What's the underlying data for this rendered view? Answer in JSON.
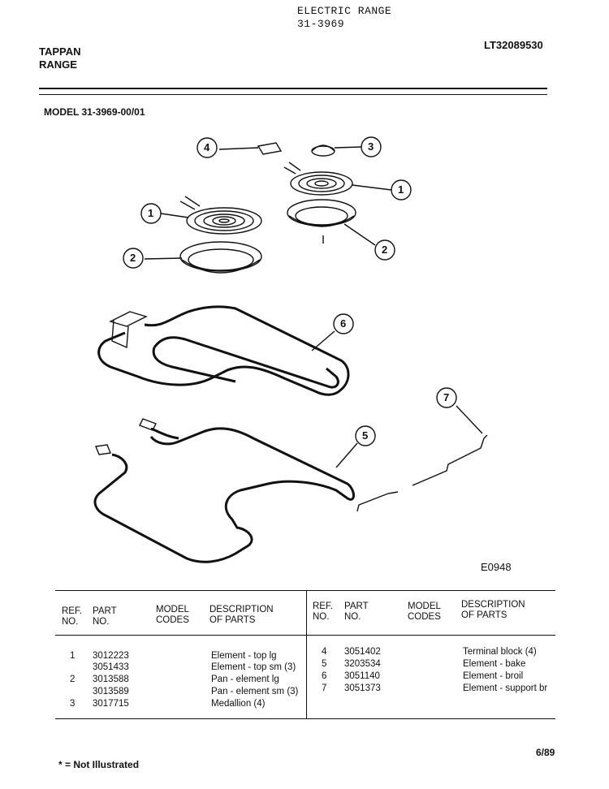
{
  "header": {
    "doc_type": "ELECTRIC RANGE",
    "doc_number": "31-3969",
    "brand": "TAPPAN",
    "product": "RANGE",
    "catalog_id": "LT32089530",
    "model": "MODEL 31-3969-00/01"
  },
  "diagram": {
    "figure_id": "E0948",
    "callouts": [
      "1",
      "2",
      "3",
      "4",
      "1",
      "2",
      "6",
      "5",
      "7"
    ]
  },
  "table": {
    "headers": {
      "ref": "REF.\nNO.",
      "part": "PART\nNO.",
      "model": "MODEL\nCODES",
      "desc": "DESCRIPTION\nOF PARTS"
    },
    "left": [
      {
        "ref": "1",
        "part": "3012223",
        "desc": "Element - top lg"
      },
      {
        "ref": "",
        "part": "3051433",
        "desc": "Element - top sm (3)"
      },
      {
        "ref": "2",
        "part": "3013588",
        "desc": "Pan - element lg"
      },
      {
        "ref": "",
        "part": "3013589",
        "desc": "Pan - element sm (3)"
      },
      {
        "ref": "3",
        "part": "3017715",
        "desc": "Medallion (4)"
      }
    ],
    "right": [
      {
        "ref": "4",
        "part": "3051402",
        "desc": "Terminal block (4)"
      },
      {
        "ref": "5",
        "part": "3203534",
        "desc": "Element - bake"
      },
      {
        "ref": "6",
        "part": "3051140",
        "desc": "Element - broil"
      },
      {
        "ref": "7",
        "part": "3051373",
        "desc": "Element - support br"
      }
    ]
  },
  "footer": {
    "date": "6/89",
    "note": "* = Not Illustrated"
  }
}
